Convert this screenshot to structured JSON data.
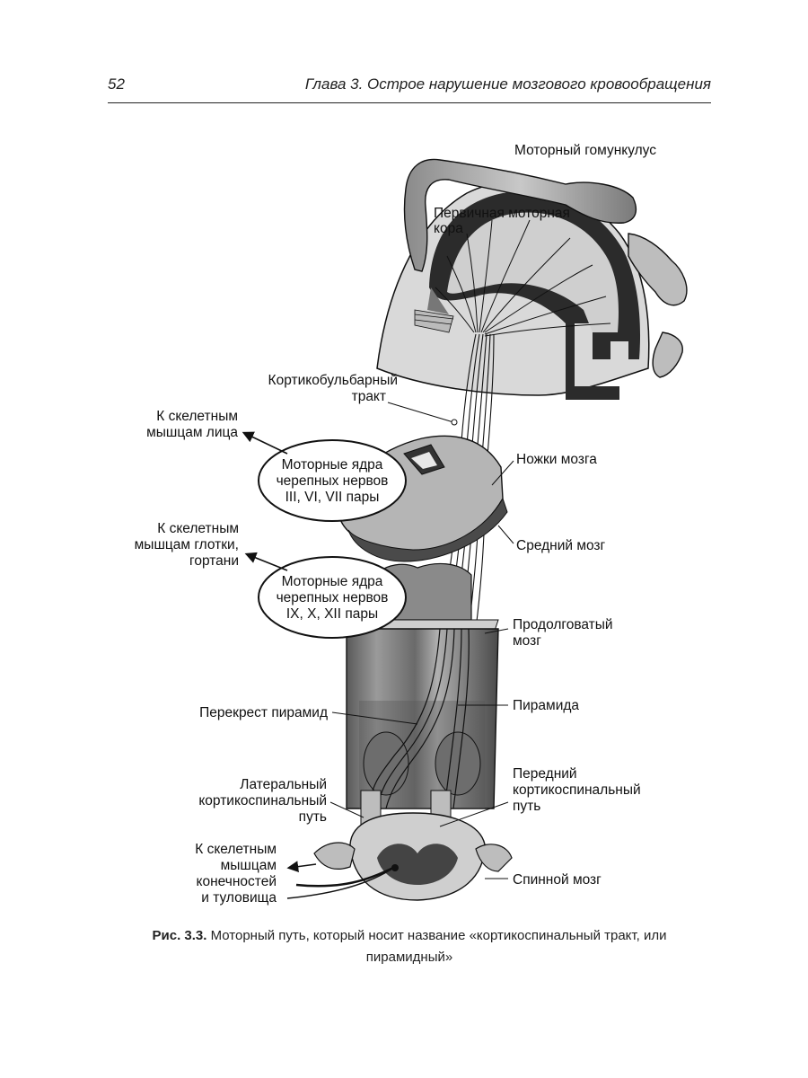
{
  "header": {
    "page_number": "52",
    "running_title": "Глава 3. Острое нарушение мозгового кровообращения"
  },
  "figure": {
    "labels": {
      "homunculus": "Моторный гомункулус",
      "primary_cortex_1": "Первичная моторная",
      "primary_cortex_2": "кора",
      "corticobulbar_1": "Кортикобульбарный",
      "corticobulbar_2": "тракт",
      "face_muscles_1": "К скелетным",
      "face_muscles_2": "мышцам лица",
      "nuclei_upper_1": "Моторные ядра",
      "nuclei_upper_2": "черепных нервов",
      "nuclei_upper_3": "III, VI, VII пары",
      "peduncles": "Ножки мозга",
      "midbrain": "Средний мозг",
      "pharynx_muscles_1": "К скелетным",
      "pharynx_muscles_2": "мышцам глотки,",
      "pharynx_muscles_3": "гортани",
      "nuclei_lower_1": "Моторные ядра",
      "nuclei_lower_2": "черепных нервов",
      "nuclei_lower_3": "IX, X, XII пары",
      "medulla_1": "Продолговатый",
      "medulla_2": "мозг",
      "decussation": "Перекрест пирамид",
      "pyramid": "Пирамида",
      "lateral_tract_1": "Латеральный",
      "lateral_tract_2": "кортикоспинальный",
      "lateral_tract_3": "путь",
      "anterior_tract_1": "Передний",
      "anterior_tract_2": "кортикоспинальный",
      "anterior_tract_3": "путь",
      "limbs_muscles_1": "К скелетным",
      "limbs_muscles_2": "мышцам",
      "limbs_muscles_3": "конечностей",
      "limbs_muscles_4": "и туловища",
      "spinal_cord": "Спинной мозг"
    }
  },
  "caption": {
    "lead": "Рис. 3.3.",
    "text": "Моторный путь, который носит название «кортикоспинальный тракт, или пирамидный»"
  }
}
